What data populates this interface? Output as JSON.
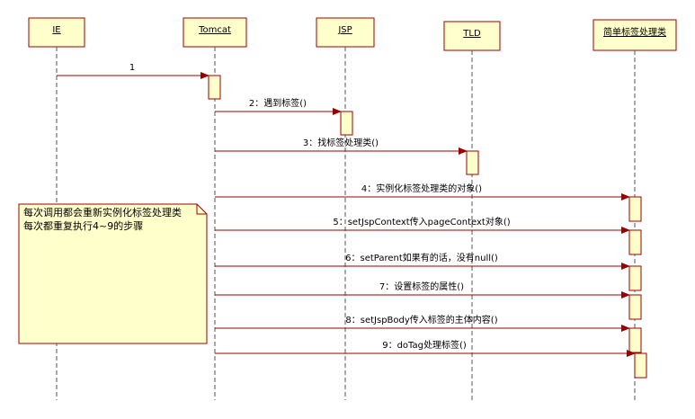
{
  "lifelines": [
    {
      "id": "ie",
      "name": "IE"
    },
    {
      "id": "tomcat",
      "name": "Tomcat"
    },
    {
      "id": "jsp",
      "name": "JSP"
    },
    {
      "id": "tld",
      "name": "TLD"
    },
    {
      "id": "handler",
      "name": "简单标签处理类"
    }
  ],
  "messages": [
    {
      "label": "1",
      "from": "ie",
      "to": "tomcat"
    },
    {
      "label": "2：遇到标签()",
      "from": "tomcat",
      "to": "jsp"
    },
    {
      "label": "3：找标签处理类()",
      "from": "tomcat",
      "to": "tld"
    },
    {
      "label": "4：实例化标签处理类的对象()",
      "from": "tomcat",
      "to": "handler"
    },
    {
      "label": "5：setJspContext传入pageContext对象()",
      "from": "tomcat",
      "to": "handler"
    },
    {
      "label": "6：setParent如果有的话，没有null()",
      "from": "tomcat",
      "to": "handler"
    },
    {
      "label": "7：设置标签的属性()",
      "from": "tomcat",
      "to": "handler"
    },
    {
      "label": "8：setJspBody传入标签的主体内容()",
      "from": "tomcat",
      "to": "handler"
    },
    {
      "label": "9：doTag处理标签()",
      "from": "tomcat",
      "to": "handler"
    }
  ],
  "note": {
    "lines": [
      "每次调用都会重新实例化标签处理类",
      "每次都重复执行4~9的步骤"
    ]
  },
  "colors": {
    "box_fill": "#ffffcc",
    "box_stroke": "#990000",
    "arrow": "#990000",
    "lifeline": "#555555"
  }
}
